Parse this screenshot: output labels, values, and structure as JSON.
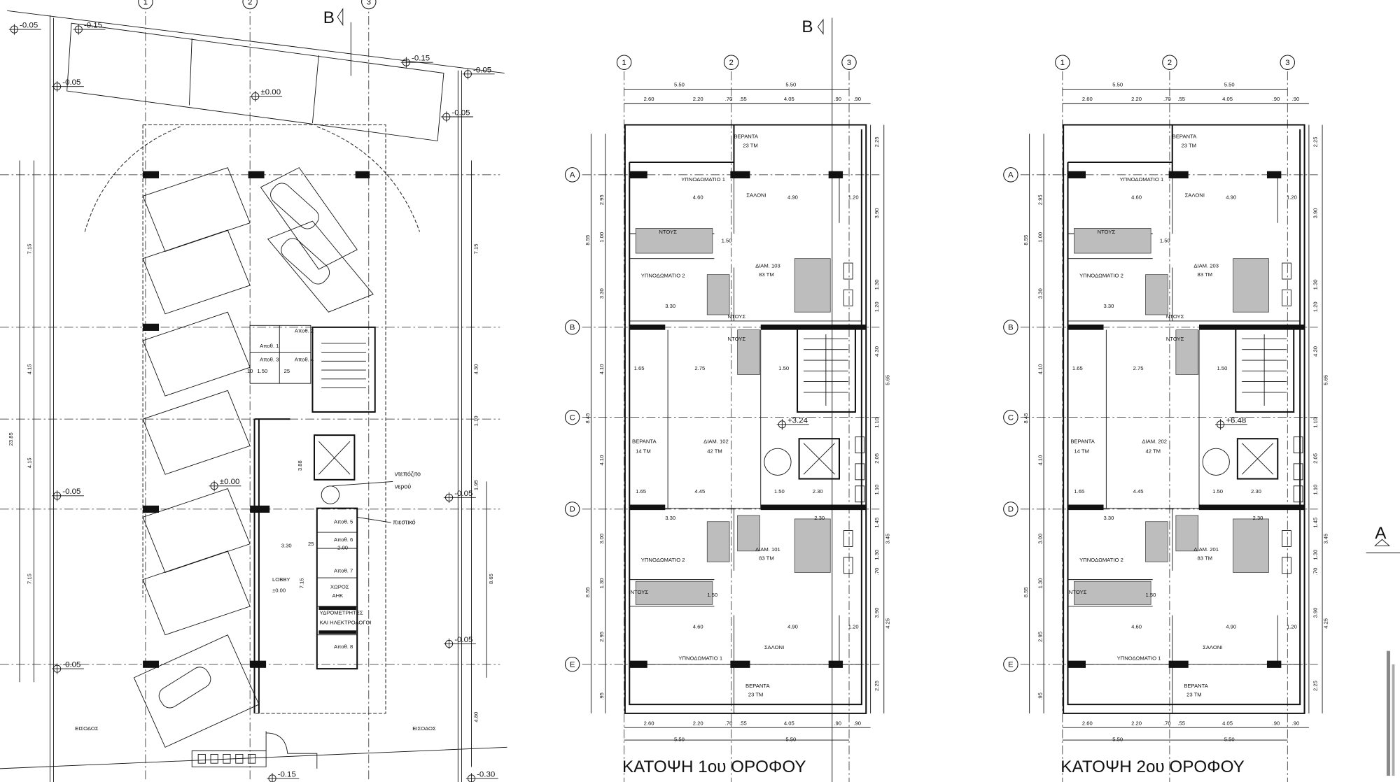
{
  "section_markers": {
    "b": "B",
    "a": "A"
  },
  "ground": {
    "grid_cols": [
      "1",
      "2",
      "3"
    ],
    "levels": [
      "-0.05",
      "-0.15",
      "-0.15",
      "-0.05",
      "-0.05",
      "±0.00",
      "-0.05",
      "±0.00",
      "-0.05",
      "-0.05",
      "-0.05",
      "-0.05",
      "-0.15",
      "-0.30"
    ],
    "rooms": [
      "Αποθ. 1",
      "Αποθ. 2",
      "Αποθ. 3",
      "Αποθ. 4",
      "Αποθ. 5",
      "Αποθ. 6",
      "Αποθ. 7",
      "ΧΩΡΟΣ",
      "ΑΗΚ",
      "ΥΔΡΟΜΕΤΡΗΤΕΣ",
      "ΚΑΙ ΗΛΕΚΤΡΟΛΟΓΟΙ",
      "Αποθ. 8",
      "LOBBY",
      "±0.00"
    ],
    "notes": [
      "ντεπόζιτο",
      "νερού",
      "πιεστικό"
    ],
    "entrances": [
      "ΕΙΣΟΔΟΣ",
      "ΕΙΣΟΔΟΣ"
    ],
    "dims": [
      "1.50",
      "3.88",
      "3.30",
      "2.00",
      "7.15",
      "25",
      ".10",
      "25"
    ],
    "dims_left": [
      "7.15",
      "4.15",
      "23.85",
      "4.15",
      "7.15"
    ],
    "dims_right": [
      "7.15",
      "4.30",
      "1.10",
      "1.95",
      "8.65",
      "4.80"
    ]
  },
  "plans": [
    {
      "title": "ΚΑΤΟΨΗ 1ου ΟΡΟΦΟΥ",
      "level": "+3.24",
      "grid_cols": [
        "1",
        "2",
        "3"
      ],
      "grid_rows": [
        "A",
        "B",
        "C",
        "D",
        "E"
      ],
      "rooms": [
        "ΒΕΡΑΝΤΑ",
        "23 ΤΜ",
        "ΥΠΝΟΔΩΜΑΤΙΟ 1",
        "ΣΑΛΟΝΙ",
        "ΝΤΟΥΣ",
        "ΥΠΝΟΔΩΜΑΤΙΟ 2",
        "ΔΙΑΜ. 103",
        "83 ΤΜ",
        "ΝΤΟΥΣ",
        "ΝΤΟΥΣ",
        "ΒΕΡΑΝΤΑ",
        "14 ΤΜ",
        "ΔΙΑΜ. 102",
        "42 ΤΜ",
        "ΥΠΝΟΔΩΜΑΤΙΟ 2",
        "ΔΙΑΜ. 101",
        "83 ΤΜ",
        "ΝΤΟΥΣ",
        "ΥΠΝΟΔΩΜΑΤΙΟ 1",
        "ΣΑΛΟΝΙ",
        "ΒΕΡΑΝΤΑ",
        "23 ΤΜ"
      ],
      "dims_top_overall": [
        "5.50",
        "5.50"
      ],
      "dims_top": [
        "2.60",
        "2.20",
        ".70",
        ".55",
        "4.05",
        ".90",
        ".90"
      ],
      "dims_bottom": [
        "2.60",
        "2.20",
        ".70",
        ".55",
        "4.05",
        ".90",
        ".90"
      ],
      "dims_bottom_overall": [
        "5.50",
        "5.50"
      ],
      "dims_right": [
        "2.25",
        "3.90",
        "1.30",
        "1.20",
        "4.30",
        "5.65",
        "1.10",
        "2.05",
        "1.10",
        "1.45",
        "3.45",
        "1.30",
        ".70",
        "3.90",
        "4.25",
        "2.25"
      ],
      "dims_left": [
        "2.95",
        "8.55",
        "1.00",
        "3.30",
        "4.10",
        "8.45",
        "4.10",
        "3.00",
        "8.55",
        "1.30",
        "2.95",
        ".95"
      ],
      "dims_inner": [
        "4.60",
        "4.90",
        "1.20",
        "3.30",
        "1.50",
        "1.65",
        "2.75",
        "1.50",
        "1.65",
        "4.45",
        "1.50",
        "2.30",
        "3.30",
        "2.30",
        "4.60",
        "4.90",
        "1.20",
        "1.50"
      ]
    },
    {
      "title": "ΚΑΤΟΨΗ 2ου ΟΡΟΦΟΥ",
      "level": "+6.48",
      "grid_cols": [
        "1",
        "2",
        "3"
      ],
      "grid_rows": [
        "A",
        "B",
        "C",
        "D",
        "E"
      ],
      "rooms": [
        "ΒΕΡΑΝΤΑ",
        "23 ΤΜ",
        "ΥΠΝΟΔΩΜΑΤΙΟ 1",
        "ΣΑΛΟΝΙ",
        "ΝΤΟΥΣ",
        "ΥΠΝΟΔΩΜΑΤΙΟ 2",
        "ΔΙΑΜ. 203",
        "83 ΤΜ",
        "ΝΤΟΥΣ",
        "ΝΤΟΥΣ",
        "ΒΕΡΑΝΤΑ",
        "14 ΤΜ",
        "ΔΙΑΜ. 202",
        "42 ΤΜ",
        "ΥΠΝΟΔΩΜΑΤΙΟ 2",
        "ΔΙΑΜ. 201",
        "83 ΤΜ",
        "ΝΤΟΥΣ",
        "ΥΠΝΟΔΩΜΑΤΙΟ 1",
        "ΣΑΛΟΝΙ",
        "ΒΕΡΑΝΤΑ",
        "23 ΤΜ"
      ],
      "dims_top_overall": [
        "5.50",
        "5.50"
      ],
      "dims_top": [
        "2.60",
        "2.20",
        ".70",
        ".55",
        "4.05",
        ".90",
        ".90"
      ],
      "dims_bottom": [
        "2.60",
        "2.20",
        ".70",
        ".55",
        "4.05",
        ".90",
        ".90"
      ],
      "dims_bottom_overall": [
        "5.50",
        "5.50"
      ],
      "dims_right": [
        "2.25",
        "3.90",
        "1.30",
        "1.20",
        "4.30",
        "5.65",
        "1.10",
        "2.05",
        "1.10",
        "1.45",
        "3.45",
        "1.30",
        ".70",
        "3.90",
        "4.25",
        "2.25"
      ],
      "dims_left": [
        "2.95",
        "8.55",
        "1.00",
        "3.30",
        "4.10",
        "8.45",
        "4.10",
        "3.00",
        "8.55",
        "1.30",
        "2.95",
        ".95"
      ],
      "dims_inner": [
        "4.60",
        "4.90",
        "1.20",
        "3.30",
        "1.50",
        "1.65",
        "2.75",
        "1.50",
        "1.65",
        "4.45",
        "1.50",
        "2.30",
        "3.30",
        "2.30",
        "4.60",
        "4.90",
        "1.20",
        "1.50"
      ]
    }
  ]
}
